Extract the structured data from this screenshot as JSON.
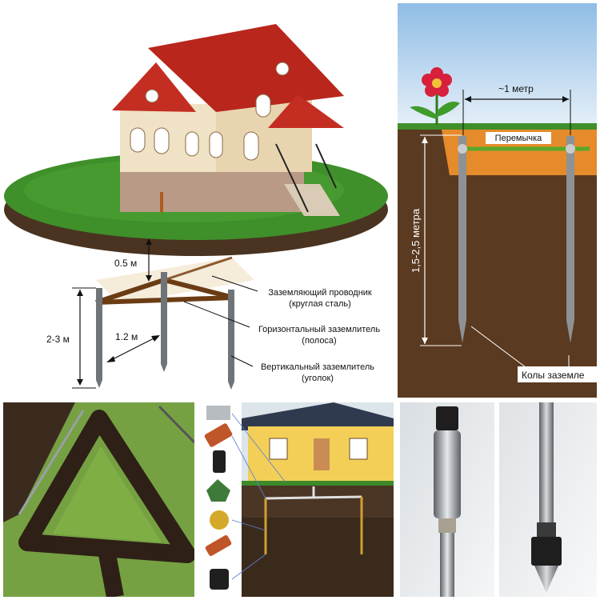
{
  "house_diagram": {
    "depth_label": "0.5 м",
    "length_label": "2-3 м",
    "spacing_label": "1.2 м",
    "conductor_label_1": "Заземляющий проводник",
    "conductor_label_2": "(круглая сталь)",
    "horizontal_label_1": "Горизонтальный заземлитель",
    "horizontal_label_2": "(полоса)",
    "vertical_label_1": "Вертикальный заземлитель",
    "vertical_label_2": "(уголок)"
  },
  "cross_section": {
    "distance_label": "~1 метр",
    "jumper_label": "Перемычка",
    "depth_label": "1,5-2,5 метра",
    "stakes_label": "Колы заземле"
  },
  "colors": {
    "roof": "#b8261c",
    "wall": "#f0e2c4",
    "grass": "#3f8f2a",
    "soil": "#5a3a20",
    "clay": "#e58b2c",
    "sky": "#bcd8ef"
  }
}
